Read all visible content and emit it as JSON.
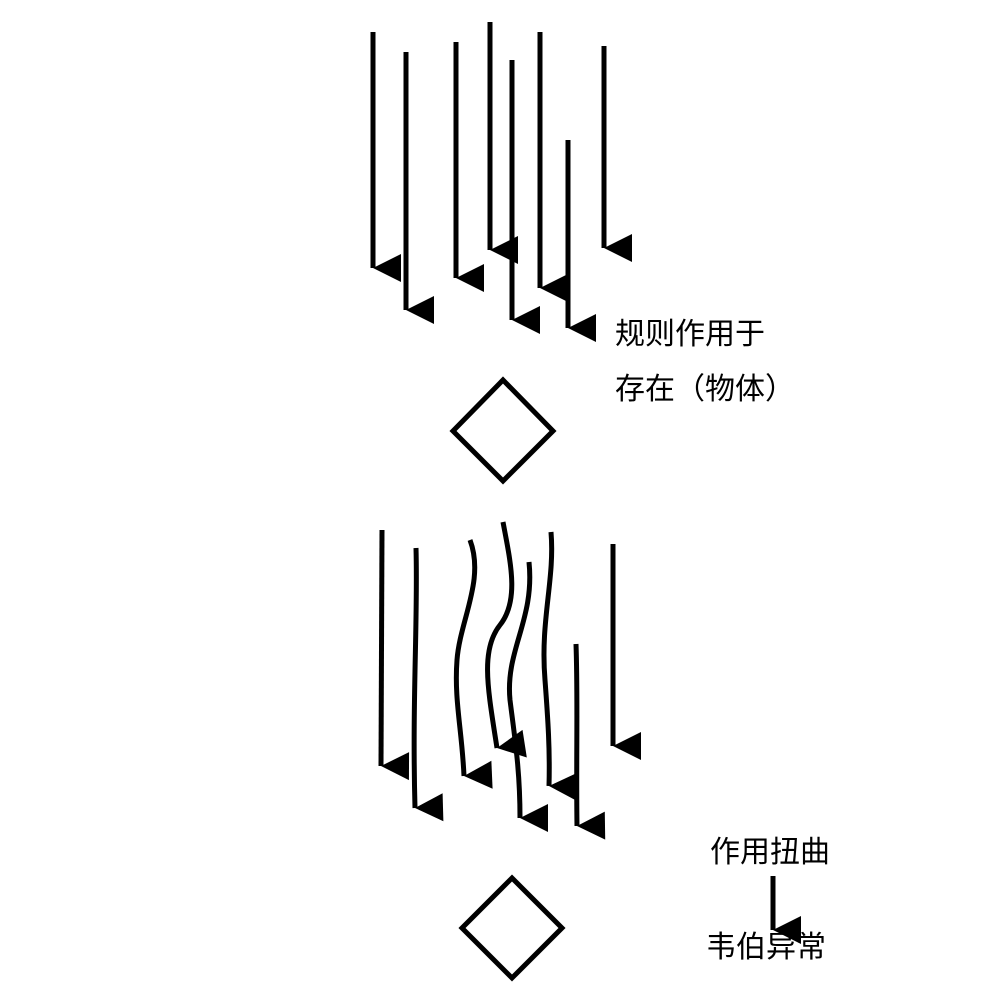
{
  "labels": {
    "rules_act_on": "规则作用于",
    "existence_object": "存在（物体）",
    "effect_distortion": "作用扭曲",
    "weber_anomaly": "韦伯异常"
  },
  "colors": {
    "ink": "#000000",
    "background": "#ffffff"
  }
}
